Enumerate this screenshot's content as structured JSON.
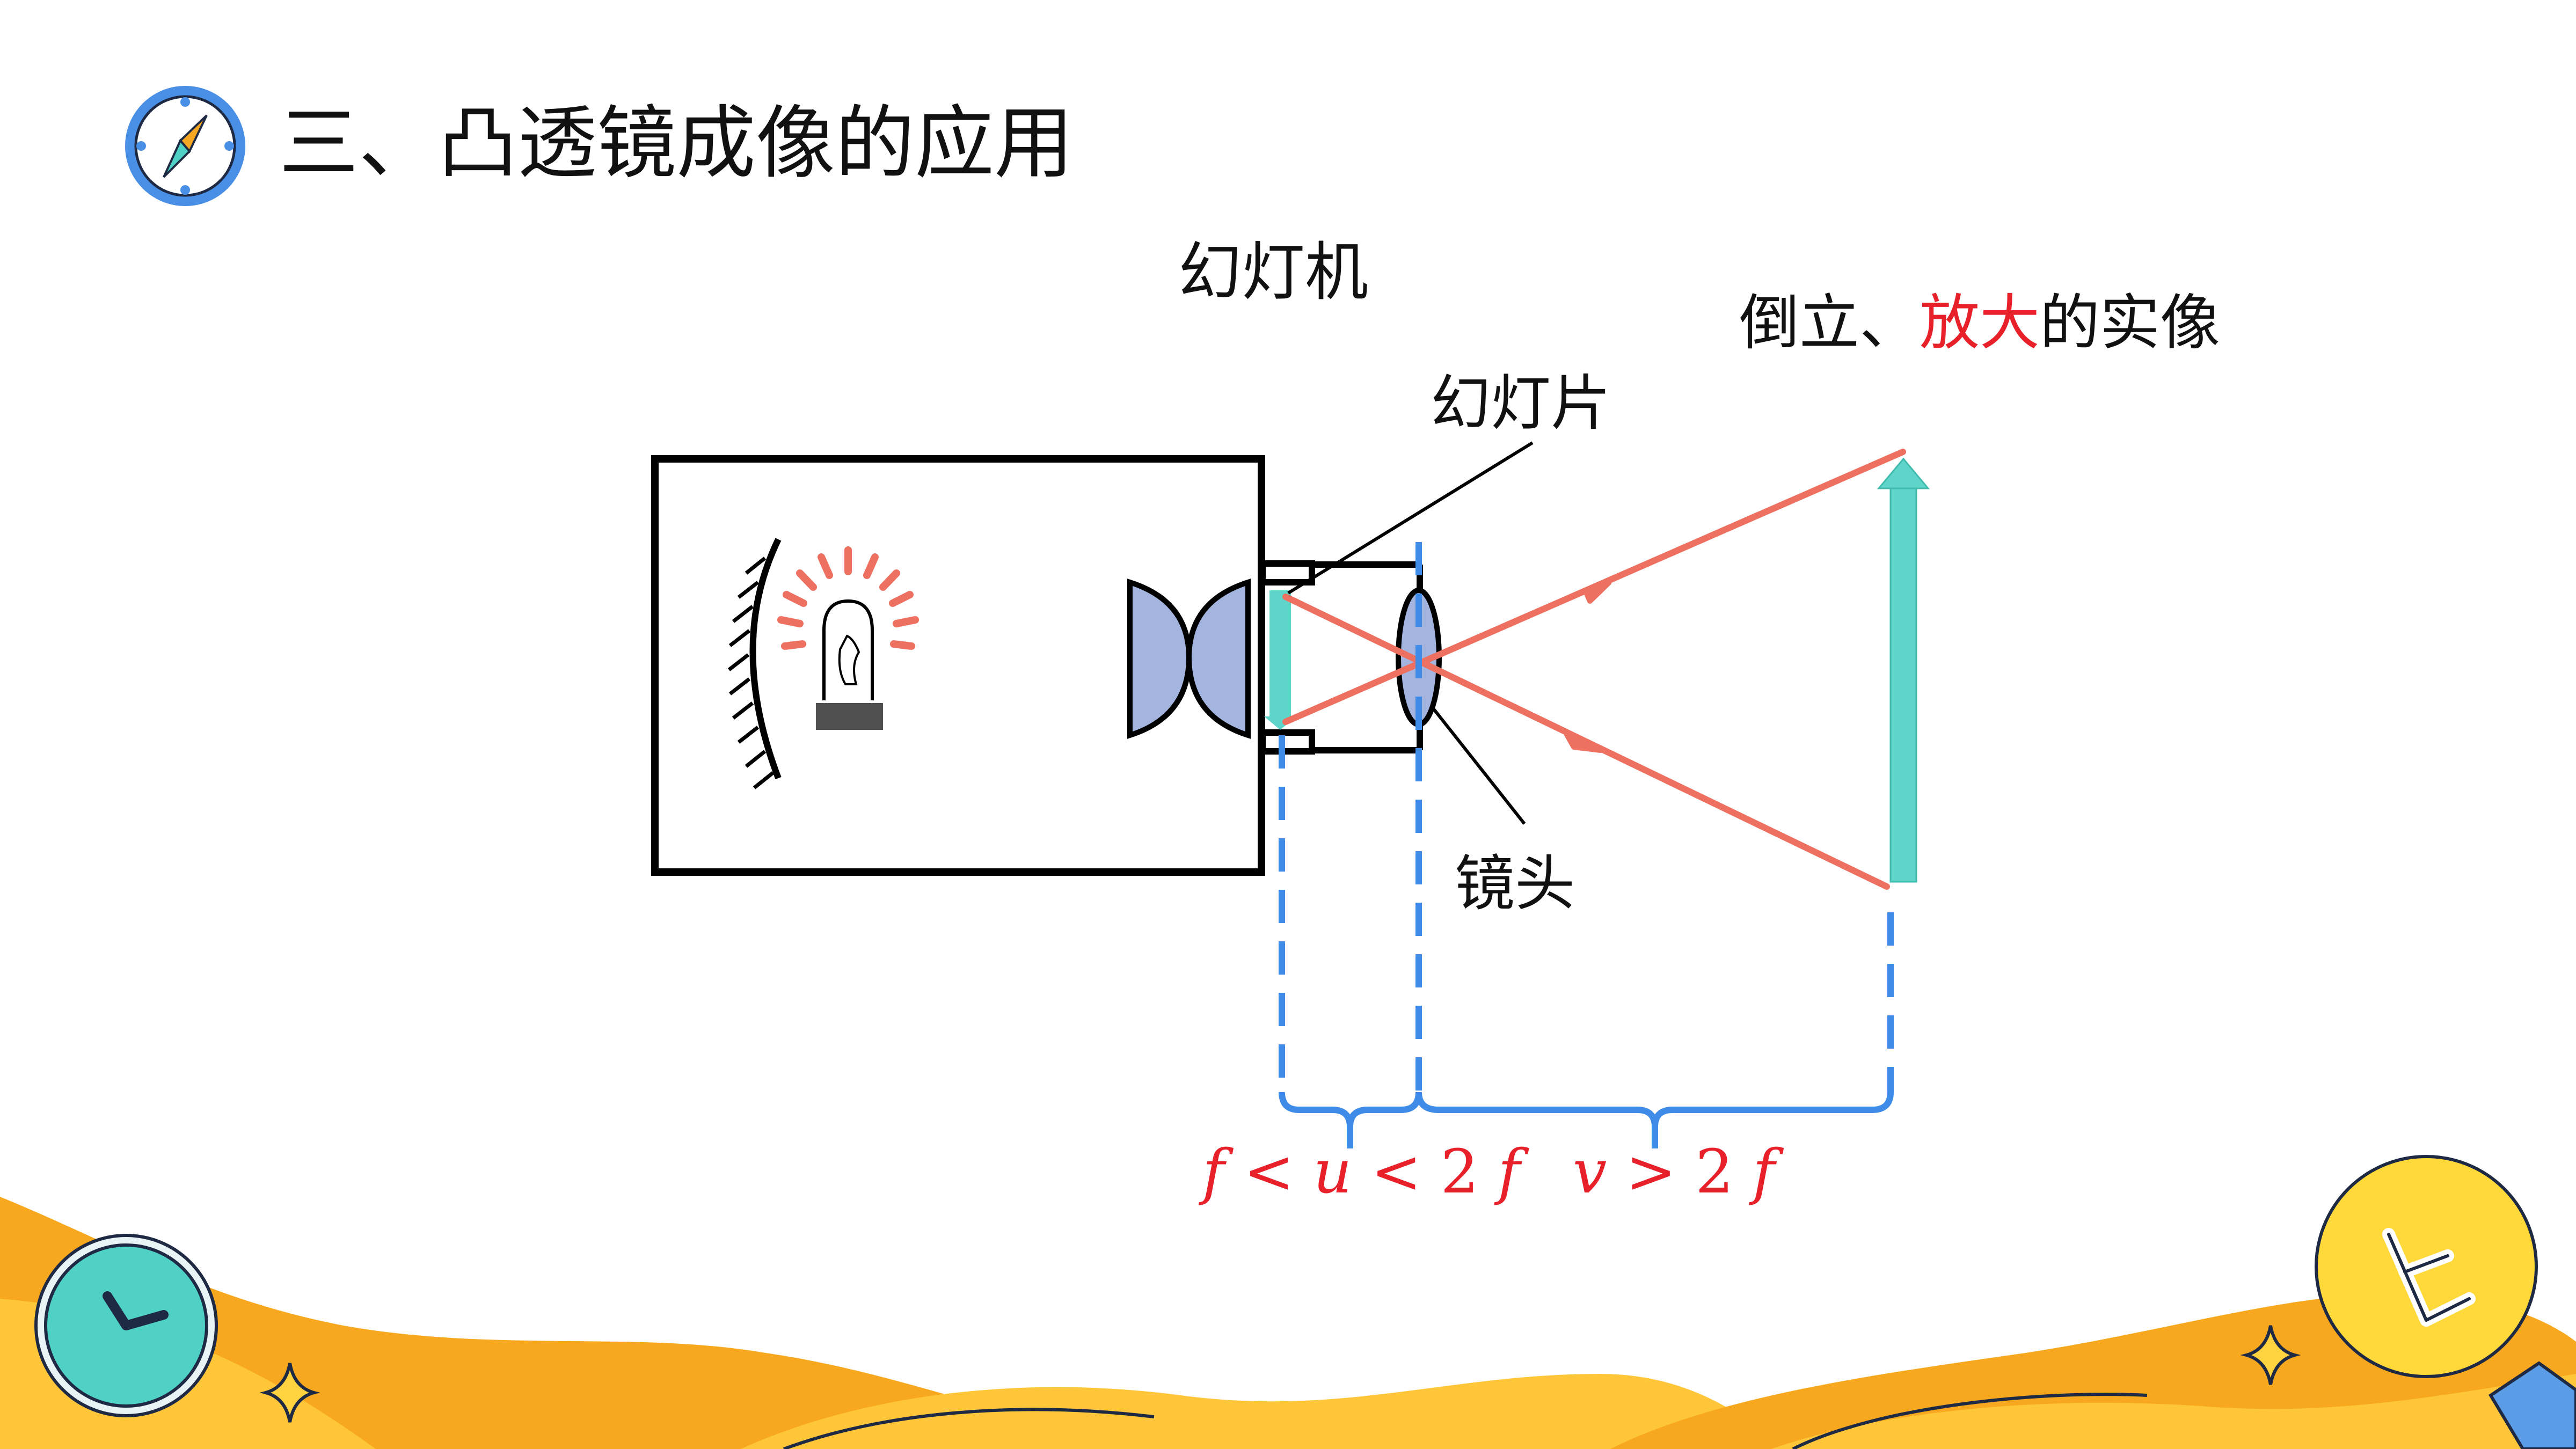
{
  "slide": {
    "title": "三、凸透镜成像的应用",
    "subtitle": "幻灯机"
  },
  "diagram": {
    "image_desc_prefix": "倒立、",
    "image_desc_highlight": "放大",
    "image_desc_suffix": "的实像",
    "label_slide": "幻灯片",
    "label_lens": "镜头"
  },
  "formula": {
    "left": "𝑓 < 𝑢 < 2 𝑓",
    "right": "𝑣 > 2 𝑓"
  },
  "colors": {
    "ray": "#ee7060",
    "arrow": "#5fd4c8",
    "lens": "#a3b4de",
    "guide": "#3e8be8",
    "highlight": "#e8202a",
    "decor_orange": "#f7a81e",
    "decor_yellow": "#ffcf33"
  },
  "icons": [
    "compass-icon",
    "clock-icon",
    "lightbulb-icon",
    "sparkle-icon"
  ]
}
